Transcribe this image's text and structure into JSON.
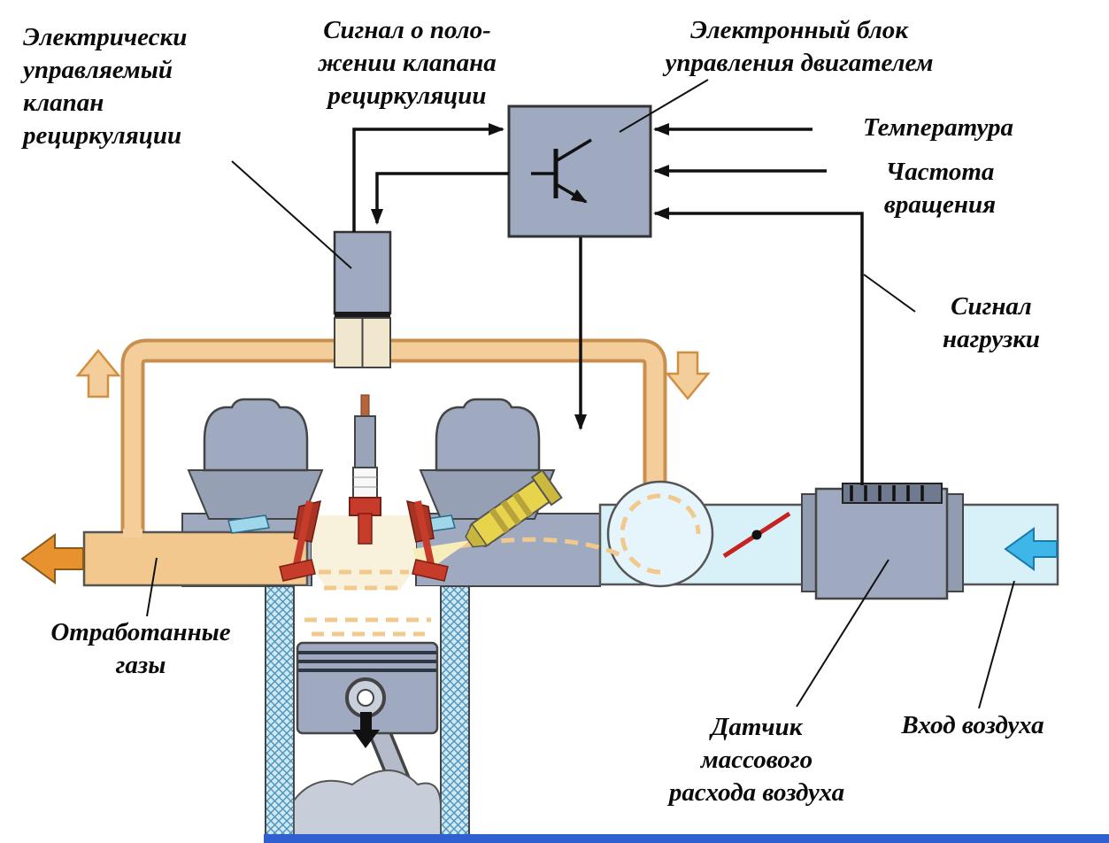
{
  "labels": {
    "egr_valve": [
      "Электрически",
      "управляемый",
      "клапан",
      "рециркуляции"
    ],
    "valve_position_signal": [
      "Сигнал о поло-",
      "жении клапана",
      "рециркуляции"
    ],
    "ecu": [
      "Электронный блок",
      "управления двигателем"
    ],
    "temperature": [
      "Температура"
    ],
    "rpm": [
      "Частота",
      "вращения"
    ],
    "load_signal": [
      "Сигнал",
      "нагрузки"
    ],
    "exhaust_gases": [
      "Отработанные",
      "газы"
    ],
    "maf_sensor": [
      "Датчик",
      "массового",
      "расхода воздуха"
    ],
    "air_inlet": [
      "Вход воздуха"
    ]
  },
  "colors": {
    "egr_pipe": "#f3cd9a",
    "egr_pipe_outline": "#c98f4f",
    "exhaust_arrow": "#e8912f",
    "intake_pipe": "#d8f0f8",
    "air_arrow": "#3fb6e8",
    "component_gray": "#9fa9bf",
    "valve_red": "#c63b2a",
    "injector_yellow": "#e8d44c",
    "signal_line": "#111111",
    "bottom_line": "#2f5fd0"
  }
}
